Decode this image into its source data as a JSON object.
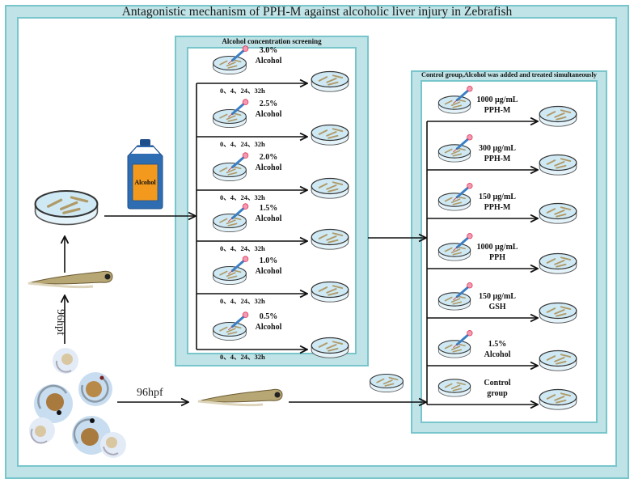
{
  "title": "Antagonistic mechanism of PPH-M against alcoholic liver injury in Zebrafish",
  "left_flow": {
    "stage_label_vertical": "96hpf",
    "stage_label_horizontal": "96hpf",
    "bottle_label": "Alcohol"
  },
  "screening_box": {
    "title": "Alcohol concentration screening",
    "rows": [
      {
        "concentration": "3.0%",
        "agent": "Alcohol",
        "time": "0、4、24、32h"
      },
      {
        "concentration": "2.5%",
        "agent": "Alcohol",
        "time": "0、4、24、32h"
      },
      {
        "concentration": "2.0%",
        "agent": "Alcohol",
        "time": "0、4、24、32h"
      },
      {
        "concentration": "1.5%",
        "agent": "Alcohol",
        "time": "0、4、24、32h"
      },
      {
        "concentration": "1.0%",
        "agent": "Alcohol",
        "time": "0、4、24、32h"
      },
      {
        "concentration": "0.5%",
        "agent": "Alcohol",
        "time": "0、4、24、32h"
      }
    ]
  },
  "treatment_box": {
    "title": "Control group,Alcohol was added and treated simultaneously",
    "rows": [
      {
        "line1": "1000 μg/mL",
        "line2": "PPH-M",
        "pipette": true
      },
      {
        "line1": "300 μg/mL",
        "line2": "PPH-M",
        "pipette": true
      },
      {
        "line1": "150 μg/mL",
        "line2": "PPH-M",
        "pipette": true
      },
      {
        "line1": "1000 μg/mL",
        "line2": "PPH",
        "pipette": true
      },
      {
        "line1": "150 μg/mL",
        "line2": "GSH",
        "pipette": true
      },
      {
        "line1": "1.5%",
        "line2": "Alcohol",
        "pipette": true
      },
      {
        "line1": "Control",
        "line2": "group",
        "pipette": false
      }
    ]
  },
  "colors": {
    "frame_fill": "#bfe3e6",
    "frame_border": "#78c6cc",
    "dish_water": "#cfe9f4",
    "larva": "#b9a67a",
    "bottle_blue": "#2f6db3",
    "bottle_label": "#f39a1e"
  }
}
